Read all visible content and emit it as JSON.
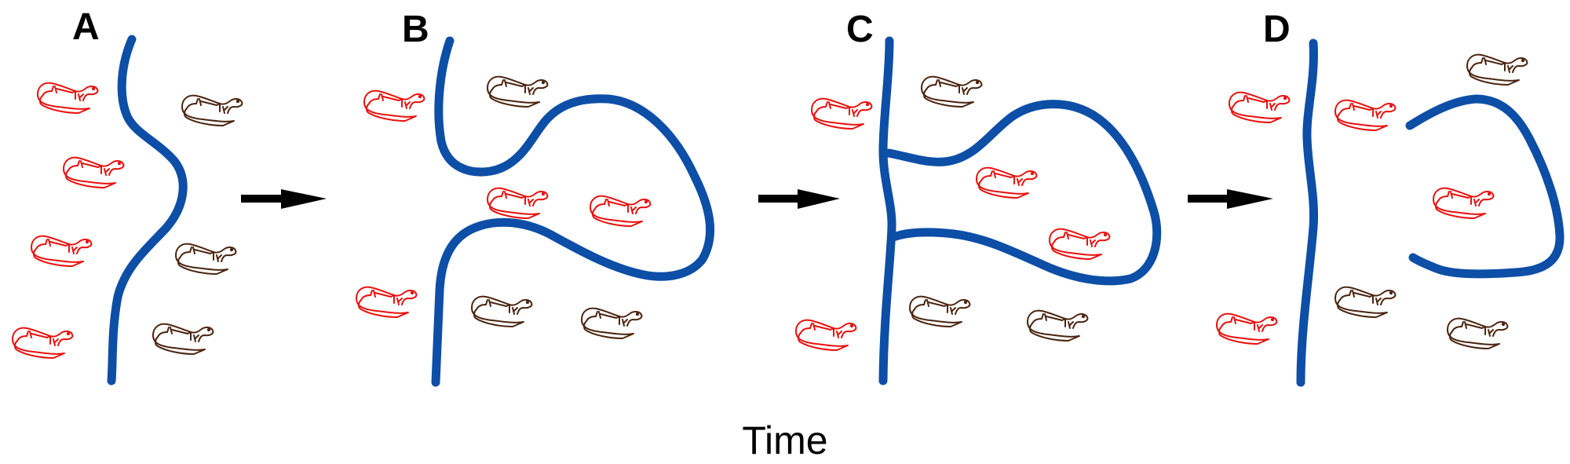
{
  "figure": {
    "type": "diagram",
    "description": "Time-sequence schematic of a river meander cutoff separating two salamander populations",
    "time_label": "Time",
    "colors": {
      "river": "#0d4ea6",
      "population_red": "#e8120f",
      "population_brown": "#4a2511",
      "arrow": "#000000",
      "text": "#000000"
    },
    "icons": {
      "organism": "salamander-icon",
      "transition": "right-arrow-icon",
      "barrier": "river-line"
    },
    "panels": [
      {
        "label": "A",
        "stage": "Initial gently curving river separating populations",
        "salamanders": {
          "red": 4,
          "brown": 3
        }
      },
      {
        "label": "B",
        "stage": "Meander loop forms; red individuals inside the loop",
        "salamanders": {
          "red": 4,
          "brown": 3
        }
      },
      {
        "label": "C",
        "stage": "River cuts through neck of loop (two channels)",
        "salamanders": {
          "red": 4,
          "brown": 3
        }
      },
      {
        "label": "D",
        "stage": "Oxbow isolated; red individuals now on the brown side",
        "salamanders": {
          "red": 4,
          "brown": 3
        }
      }
    ],
    "transitions": 3
  }
}
